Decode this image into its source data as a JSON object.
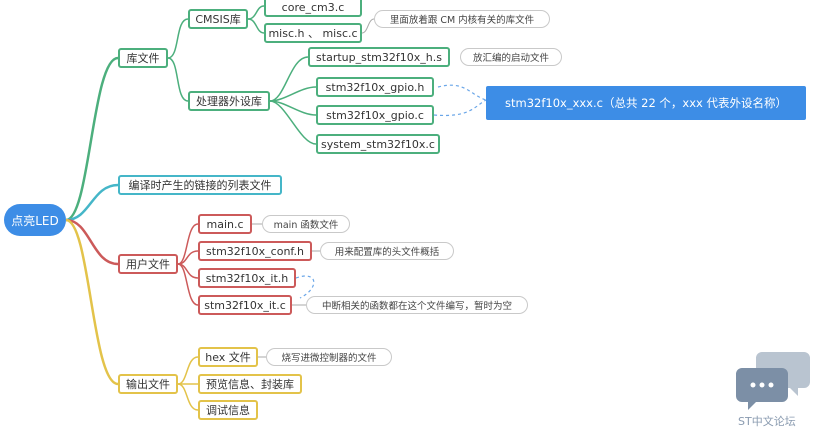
{
  "root": "点亮LED",
  "branches": {
    "lib": {
      "label": "库文件",
      "cmsis": {
        "label": "CMSIS库",
        "files": [
          "core_cm3.c",
          "misc.h 、 misc.c"
        ],
        "note": "里面放着跟 CM 内核有关的库文件"
      },
      "periph": {
        "label": "处理器外设库",
        "startup": "startup_stm32f10x_h.s",
        "startup_note": "放汇编的启动文件",
        "gpio_h": "stm32f10x_gpio.h",
        "gpio_c": "stm32f10x_gpio.c",
        "system": "system_stm32f10x.c",
        "callout": "stm32f10x_xxx.c（总共 22 个，xxx 代表外设名称）"
      }
    },
    "list": {
      "label": "编译时产生的链接的列表文件"
    },
    "user": {
      "label": "用户文件",
      "main": "main.c",
      "main_note": "main 函数文件",
      "conf": "stm32f10x_conf.h",
      "conf_note": "用来配置库的头文件概括",
      "it_h": "stm32f10x_it.h",
      "it_c": "stm32f10x_it.c",
      "it_note": "中断相关的函数都在这个文件编写，暂时为空"
    },
    "output": {
      "label": "输出文件",
      "hex": "hex 文件",
      "hex_note": "烧写进微控制器的文件",
      "preview": "预览信息、封装库",
      "debug": "调试信息"
    }
  },
  "watermark": "ST中文论坛",
  "colors": {
    "root": "#3d8de6",
    "green": "#4caf7d",
    "teal": "#45b6c8",
    "red": "#cc5a5a",
    "yellow": "#e3c34a"
  }
}
